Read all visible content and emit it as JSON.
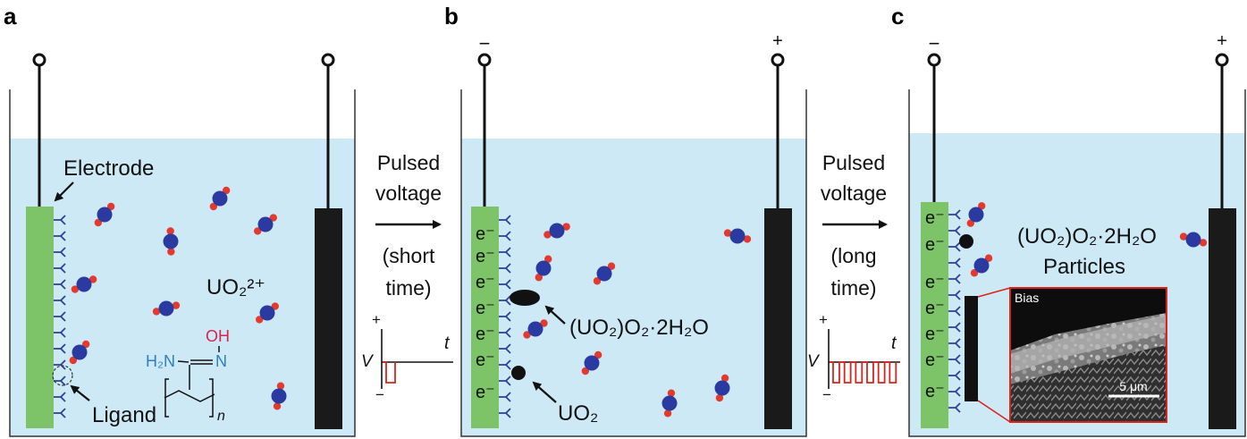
{
  "figure": {
    "panels": [
      {
        "letter": "a",
        "labels": {
          "electrode": "Electrode",
          "ion": "UO₂²⁺",
          "ligand": "Ligand",
          "chem_h2n": "H₂N",
          "chem_oh": "OH",
          "chem_n": "N",
          "chem_subscript": "n"
        }
      },
      {
        "letter": "b",
        "minus": "−",
        "plus": "+",
        "labels": {
          "electron": "e⁻",
          "product_a": "(UO₂)O₂·2H₂O",
          "product_b": "UO₂"
        }
      },
      {
        "letter": "c",
        "minus": "−",
        "plus": "+",
        "labels": {
          "electron": "e⁻",
          "product_line1": "(UO₂)O₂·2H₂O",
          "product_line2": "Particles",
          "inset_label": "Bias",
          "scale_bar": "5 μm"
        }
      }
    ],
    "transitions": [
      {
        "line1": "Pulsed",
        "line2": "voltage",
        "line3": "(short",
        "line4": "time)",
        "axis_v": "V",
        "axis_t": "t",
        "plus": "+",
        "minus": "−",
        "pulses": 1
      },
      {
        "line1": "Pulsed",
        "line2": "voltage",
        "line3": "(long",
        "line4": "time)",
        "axis_v": "V",
        "axis_t": "t",
        "plus": "+",
        "minus": "−",
        "pulses": 6
      }
    ],
    "colors": {
      "water": "#cde9f5",
      "electrode_green": "#7dc468",
      "counter_black": "#1a1a1a",
      "ligand_blue": "#2b3f9c",
      "uranium_blue": "#2a3aa0",
      "oxygen_red": "#e23a2e",
      "pulse_red": "#d9241c",
      "chem_blue": "#2d7fc1",
      "chem_red": "#d6244a"
    }
  }
}
